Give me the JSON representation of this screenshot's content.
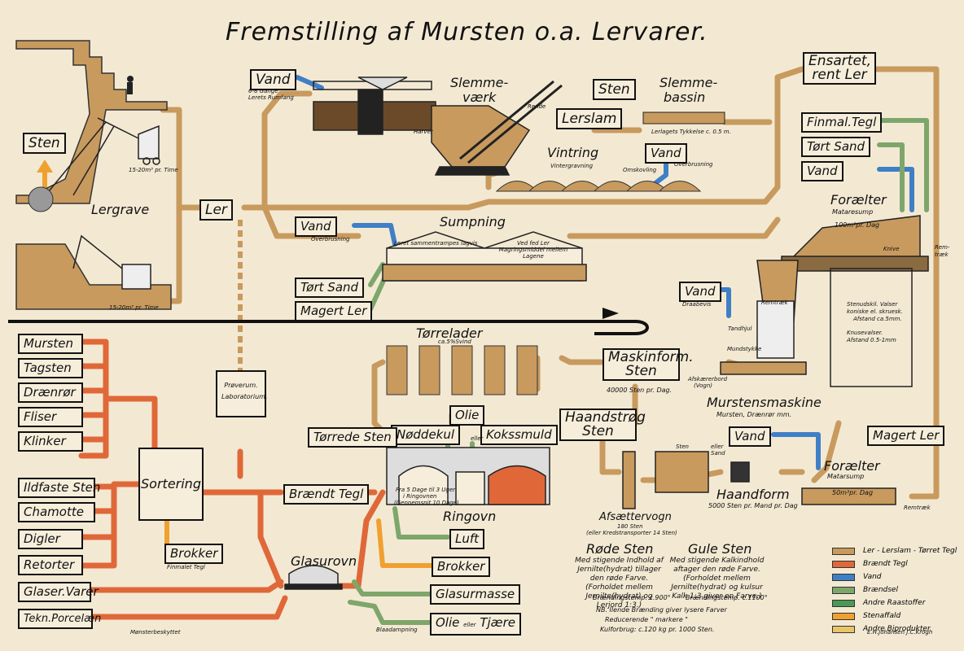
{
  "title": "Fremstilling af Mursten o.a. Lervarer.",
  "colors": {
    "clay": "#c89a5e",
    "fired": "#e06838",
    "water": "#3f7fc6",
    "fuel": "#7ea66b",
    "waste": "#f0a030",
    "other": "#e9c46a",
    "line": "#111111"
  },
  "boxes": {
    "sten_top": "Sten",
    "ler": "Ler",
    "vand_slemme": "Vand",
    "sten_right": "Sten",
    "lerslam": "Lerslam",
    "ensartet_1": "Ensartet,",
    "ensartet_2": "rent Ler",
    "finmal_tegl": "Finmal.Tegl",
    "tort_sand_right": "Tørt Sand",
    "vand_right": "Vand",
    "vand_vintring": "Vand",
    "vand_sumpning": "Vand",
    "tort_sand_left": "Tørt Sand",
    "magert_ler_left": "Magert Ler",
    "vand_maskine": "Vand",
    "maskinform_1": "Maskinform.",
    "maskinform_2": "Sten",
    "olie": "Olie",
    "noddekul": "Nøddekul",
    "kokssmuld": "Kokssmuld",
    "torrede_sten": "Tørrede Sten",
    "haandstrog_1": "Haandstrøg",
    "haandstrog_2": "Sten",
    "vand_haandform": "Vand",
    "magert_ler_right": "Magert Ler",
    "braendt_tegl": "Brændt Tegl",
    "luft": "Luft",
    "brokker_right": "Brokker",
    "glasurmasse": "Glasurmasse",
    "olie_tjaere_a": "Olie",
    "olie_tjaere_b": "Tjære",
    "brokker_left": "Brokker",
    "sortering": "Sortering",
    "proverum_1": "Prøverum.",
    "proverum_2": "Laboratorium.",
    "products": [
      "Mursten",
      "Tagsten",
      "Drænrør",
      "Fliser",
      "Klinker",
      "Ildfaste Sten",
      "Chamotte",
      "Digler",
      "Retorter",
      "Glaser.Varer",
      "Tekn.Porcelæn"
    ]
  },
  "labels": {
    "lergrave": "Lergrave",
    "slemmevaerk_1": "Slemme-",
    "slemmevaerk_2": "værk",
    "slemmebassin_1": "Slemme-",
    "slemmebassin_2": "bassin",
    "vintring": "Vintring",
    "vintergravning": "Vintergravning",
    "omskovling": "Omskovling",
    "overbrusning_top": "Overbrusning",
    "sumpning": "Sumpning",
    "overbrusning_sump": "Overbrusning",
    "forælter_top": "Forælter",
    "mataresump_top": "Mataresump",
    "dag_100": "100m³pr. Dag",
    "knive": "Knive",
    "remtraek_1": "Rem-",
    "remtraek_2": "træk",
    "remtraek_small": "Remtræk",
    "tandhjul": "Tandhjul",
    "mundstykke": "Mundstykke",
    "draabevis": "Draabevis",
    "afskaererbord_1": "Afskærerbord",
    "afskaererbord_2": "(Vogn)",
    "valser_1": "Stenudskil. Valser",
    "valser_2": "koniske el. skruesk.",
    "valser_3": "Afstand ca.5mm.",
    "knuse_1": "Knusevalser.",
    "knuse_2": "Afstand 0.5-1mm",
    "mursten_stk": "40000 Sten pr. Dag.",
    "murstensmaskine": "Murstensmaskine",
    "murstensmaskine_sub": "Mursten, Drænrør mm.",
    "torrelader": "Tørrelader",
    "torrelader_sub": "ca.5%Svind",
    "ringovn": "Ringovn",
    "ringovn_sub_1": "Fra 5 Dage til 3 Uger",
    "ringovn_sub_2": "i Ringovnen",
    "ringovn_sub_3": "(Gennemsnit 10 Dage)",
    "eller": "eller",
    "glasurovn": "Glasurovn",
    "blaadampning": "Blaadampning",
    "finmalet_tegl": "Finmalet Tegl",
    "afsaettervogn": "Afsættervogn",
    "afsaettervogn_sub_1": "180 Sten",
    "afsaettervogn_sub_2": "(eller Kredstransporter 14 Sten)",
    "haandform": "Haandform",
    "haandform_sub": "5000 Sten pr. Mand pr. Dag",
    "forælter_bot": "Forælter",
    "mataresump_bot": "Matarsump",
    "dag_50": "50m³pr. Dag",
    "sten_stack": "Sten",
    "eller_sand": "eller Sand",
    "vand_loft": "6-8 Gange Lerets Rumfang",
    "rende": "Rende",
    "harver": "Harver",
    "lerlagets": "Lerlagets Tykkelse c. 0.5 m.",
    "laret": "Leret sammentrampes lagvis",
    "ved_fed": "Ved fed Ler Magringsmiddel mellem Lagene",
    "time_top": "15-20m³ pr. Time",
    "time_bot": "15-20m³ pr. Time",
    "monster": "Mønsterbeskyttet",
    "author": "E.H.Johansen   J.C.Krogh"
  },
  "notes": {
    "rode_title": "Røde Sten",
    "rode_text": "Med stigende Indhold af Jernilte(hydrat) tillager den røde Farve. (Forholdet mellem Jernilte(hydrat) og Lerjord 1:3.)",
    "rode_temp": "Brændingstemp. c.900°",
    "gule_title": "Gule Sten",
    "gule_text": "Med stigende Kalkindhold aftager den røde Farve. (Forholdet mellem Jernilte(hydrat) og kulsur Kalk 1:3 giver en Farve.)",
    "gule_temp": "Brændingstemp. c.1100°",
    "nb_1": "NB. Ilende Brænding giver lysere Farver",
    "nb_2": "Reducerende  \"  markere  \"",
    "nb_3": "Kulforbrug: c.120 kg pr. 1000 Sten."
  },
  "legend": [
    {
      "label": "Ler - Lerslam - Tørret Tegl",
      "color": "#c89a5e"
    },
    {
      "label": "Brændt Tegl",
      "color": "#e06838"
    },
    {
      "label": "Vand",
      "color": "#3f7fc6"
    },
    {
      "label": "Brændsel",
      "color": "#7ea66b"
    },
    {
      "label": "Andre Raastoffer",
      "color": "#4a9a55"
    },
    {
      "label": "Stenaffald",
      "color": "#f0a030"
    },
    {
      "label": "Andre Biprodukter",
      "color": "#e9c46a"
    }
  ]
}
